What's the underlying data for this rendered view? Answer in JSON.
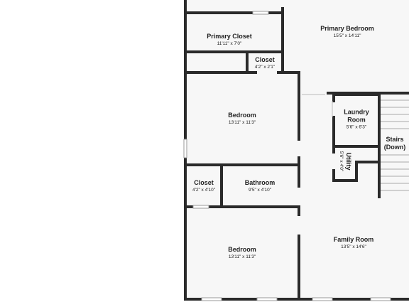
{
  "rooms": {
    "primary_bedroom": {
      "name": "Primary Bedroom",
      "dims": "15'5\" x 14'11\""
    },
    "primary_closet": {
      "name": "Primary Closet",
      "dims": "11'11\" x 7'0\""
    },
    "closet_small": {
      "name": "Closet",
      "dims": "4'2\" x 2'1\""
    },
    "bedroom_upper": {
      "name": "Bedroom",
      "dims": "13'11\" x 11'3\""
    },
    "laundry": {
      "name": "Laundry Room",
      "dims": "5'6\" x 6'3\""
    },
    "stairs": {
      "name": "Stairs (Down)"
    },
    "utility": {
      "name": "Utility",
      "dims": "5'6\" x 4'0\""
    },
    "closet_hall": {
      "name": "Closet",
      "dims": "4'2\" x 4'10\""
    },
    "bathroom": {
      "name": "Bathroom",
      "dims": "9'5\" x 4'10\""
    },
    "family_room": {
      "name": "Family Room",
      "dims": "13'5\" x 14'6\""
    },
    "bedroom_lower": {
      "name": "Bedroom",
      "dims": "13'11\" x 11'3\""
    }
  }
}
